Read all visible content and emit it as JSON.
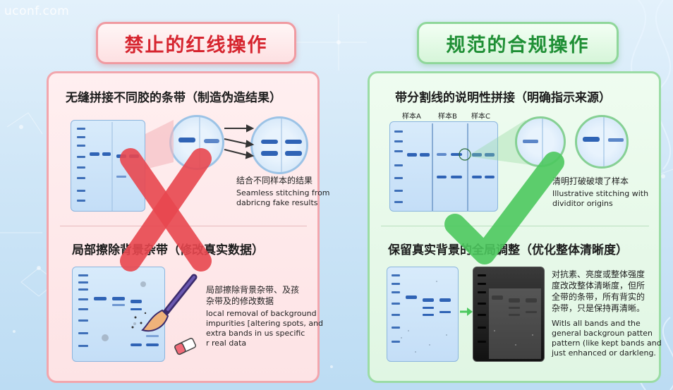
{
  "watermark": "uconf.com",
  "left": {
    "banner": "禁止的红线操作",
    "section1": {
      "title": "无缝拼接不同胶的条带（制造伪造结果）",
      "caption_cn": "结合不同样本的结果",
      "caption_en_1": "Seamless stitching from",
      "caption_en_2": "dabricng fake results"
    },
    "section2": {
      "title": "局部擦除背景杂带（修改真实数据）",
      "caption_cn_1": "局部擦除背景杂带、及孩",
      "caption_cn_2": "杂带及的修改数据",
      "caption_en_1": "local removal of background",
      "caption_en_2": "impurities [altering spots, and",
      "caption_en_3": "extra bands in us specific",
      "caption_en_4": "r real data"
    },
    "mark_color": "#e8474f"
  },
  "right": {
    "banner": "规范的合规操作",
    "section1": {
      "title": "带分割线的说明性拼接（明确指示来源）",
      "lane_a": "样本A",
      "lane_b": "样本B",
      "lane_c": "样本C",
      "caption_cn": "清明打破破壞了样本",
      "caption_en_1": "Illustrative stitching with",
      "caption_en_2": "dividitor origins"
    },
    "section2": {
      "title": "保留真实背景的全局调整（优化整体清晰度）",
      "caption_cn_1": "对抗素、亮度或整体强度",
      "caption_cn_2": "度改改整体清晰度，但所",
      "caption_cn_3": "全带的条带，所有背实的",
      "caption_cn_4": "杂带，只是保持再清晰。",
      "caption_en_1": "Witls all bands and the",
      "caption_en_2": "general backgroun patten",
      "caption_en_3": "pattern (like kept bands and",
      "caption_en_4": "just enhanced or darkleng."
    },
    "mark_color": "#4cc85e"
  },
  "icons": [
    "red-x-icon",
    "green-check-icon",
    "brush-icon",
    "eraser-icon",
    "arrow-icon",
    "dna-helix-icon"
  ]
}
